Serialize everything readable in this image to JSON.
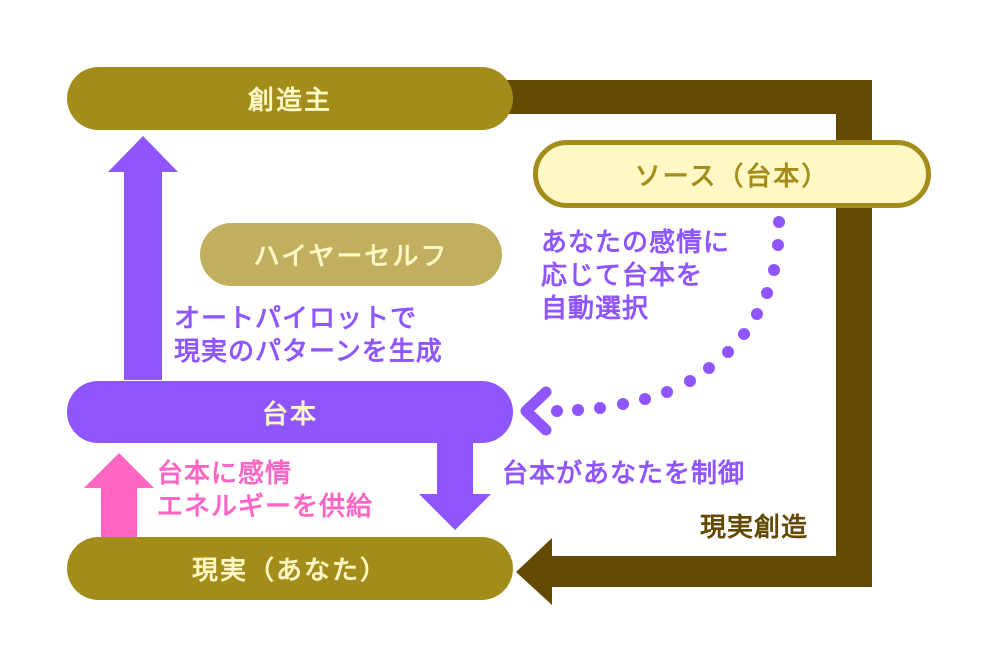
{
  "colors": {
    "olive": "#a38c1a",
    "olive_light": "#c0af5e",
    "cream": "#fff7c4",
    "dark_brown": "#644a00",
    "purple": "#8f55ff",
    "pink": "#ff66c4"
  },
  "nodes": {
    "creator": {
      "label": "創造主"
    },
    "source": {
      "label": "ソース（台本）"
    },
    "higher_self": {
      "label": "ハイヤーセルフ"
    },
    "script": {
      "label": "台本"
    },
    "reality": {
      "label": "現実（あなた）"
    }
  },
  "labels": {
    "autopilot": [
      "オートパイロットで",
      "現実のパターンを生成"
    ],
    "auto_select": [
      "あなたの感情に",
      "応じて台本を",
      "自動選択"
    ],
    "emotion_supply": [
      "台本に感情",
      "エネルギーを供給"
    ],
    "script_controls": "台本があなたを制御",
    "reality_creation": "現実創造"
  },
  "arrows": [
    {
      "from": "script",
      "to": "creator",
      "style": "solid",
      "color": "purple"
    },
    {
      "from": "script",
      "to": "reality",
      "style": "solid",
      "color": "purple"
    },
    {
      "from": "reality",
      "to": "script",
      "style": "solid",
      "color": "pink"
    },
    {
      "from": "source",
      "to": "script",
      "style": "dotted",
      "color": "purple"
    },
    {
      "from": "creator",
      "to": "reality",
      "style": "solid",
      "color": "dark_brown"
    }
  ]
}
